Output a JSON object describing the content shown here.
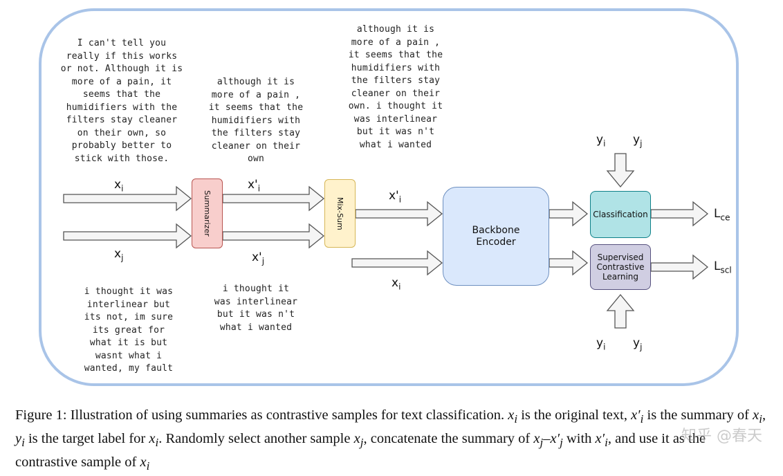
{
  "texts": {
    "original_i": "I can't tell you\nreally if this works\nor not. Although it is\nmore of a pain, it\nseems that the\nhumidifiers with the\nfilters stay cleaner\non their own, so\nprobably better to\nstick with those.",
    "summary_i": "although it is\nmore of a pain ,\nit seems that the\nhumidifiers with\nthe filters stay\ncleaner on their\nown",
    "mixsum": "although it is\nmore of a pain ,\nit seems that the\nhumidifiers with\nthe filters stay\ncleaner on their\nown. i thought it\nwas interlinear\nbut it was n't\nwhat i wanted",
    "original_j": "i thought it was\ninterlinear but\nits not, im sure\nits great for\nwhat it is but\nwasnt what i\nwanted, my fault",
    "summary_j": "i thought it\nwas interlinear\nbut it was n't\nwhat i wanted"
  },
  "labels": {
    "xi": "x",
    "xi_sub": "i",
    "xj": "x",
    "xj_sub": "j",
    "xpi": "x'",
    "xpi_sub": "i",
    "xpj": "x'",
    "xpj_sub": "j",
    "xpi2": "x'",
    "xpi2_sub": "i",
    "xi2": "x",
    "xi2_sub": "i",
    "yi_top": "y",
    "yi_top_sub": "i",
    "yj_top": "y",
    "yj_top_sub": "j",
    "yi_bot": "y",
    "yi_bot_sub": "i",
    "yj_bot": "y",
    "yj_bot_sub": "j",
    "lce": "L",
    "lce_sub": "ce",
    "lscl": "L",
    "lscl_sub": "scl"
  },
  "boxes": {
    "summarizer": "Summarizer",
    "mixsum": "Mix-Sum",
    "encoder": "Backbone\nEncoder",
    "classification": "Classification",
    "scl": "Supervised\nContrastive\nLearning"
  },
  "caption": {
    "p1": "Figure 1: Illustration of using summaries as contrastive samples for text classification. ",
    "v1": "x",
    "v1s": "i",
    "p2": " is the original text, ",
    "v2": "x′",
    "v2s": "i",
    "p3": " is the summary of ",
    "v3": "x",
    "v3s": "i",
    "p4": ", ",
    "v4": "y",
    "v4s": "i",
    "p5": " is the target label for ",
    "v5": "x",
    "v5s": "i",
    "p6": ". Randomly select another sample ",
    "v6": "x",
    "v6s": "j",
    "p7": ", concatenate the summary of ",
    "v7": "x",
    "v7s": "j",
    "p8": "–",
    "v8": "x′",
    "v8s": "j",
    "p9": " with ",
    "v9": "x′",
    "v9s": "i",
    "p10": ", and use it as the contrastive sample of ",
    "v10": "x",
    "v10s": "i"
  },
  "watermark": "知乎 @春天",
  "colors": {
    "frame": "#a9c4e8",
    "summarizer": "#f8cecc",
    "mixsum": "#fff2cc",
    "encoder": "#dae8fc",
    "classification": "#b0e3e6",
    "scl": "#d0cee2"
  }
}
